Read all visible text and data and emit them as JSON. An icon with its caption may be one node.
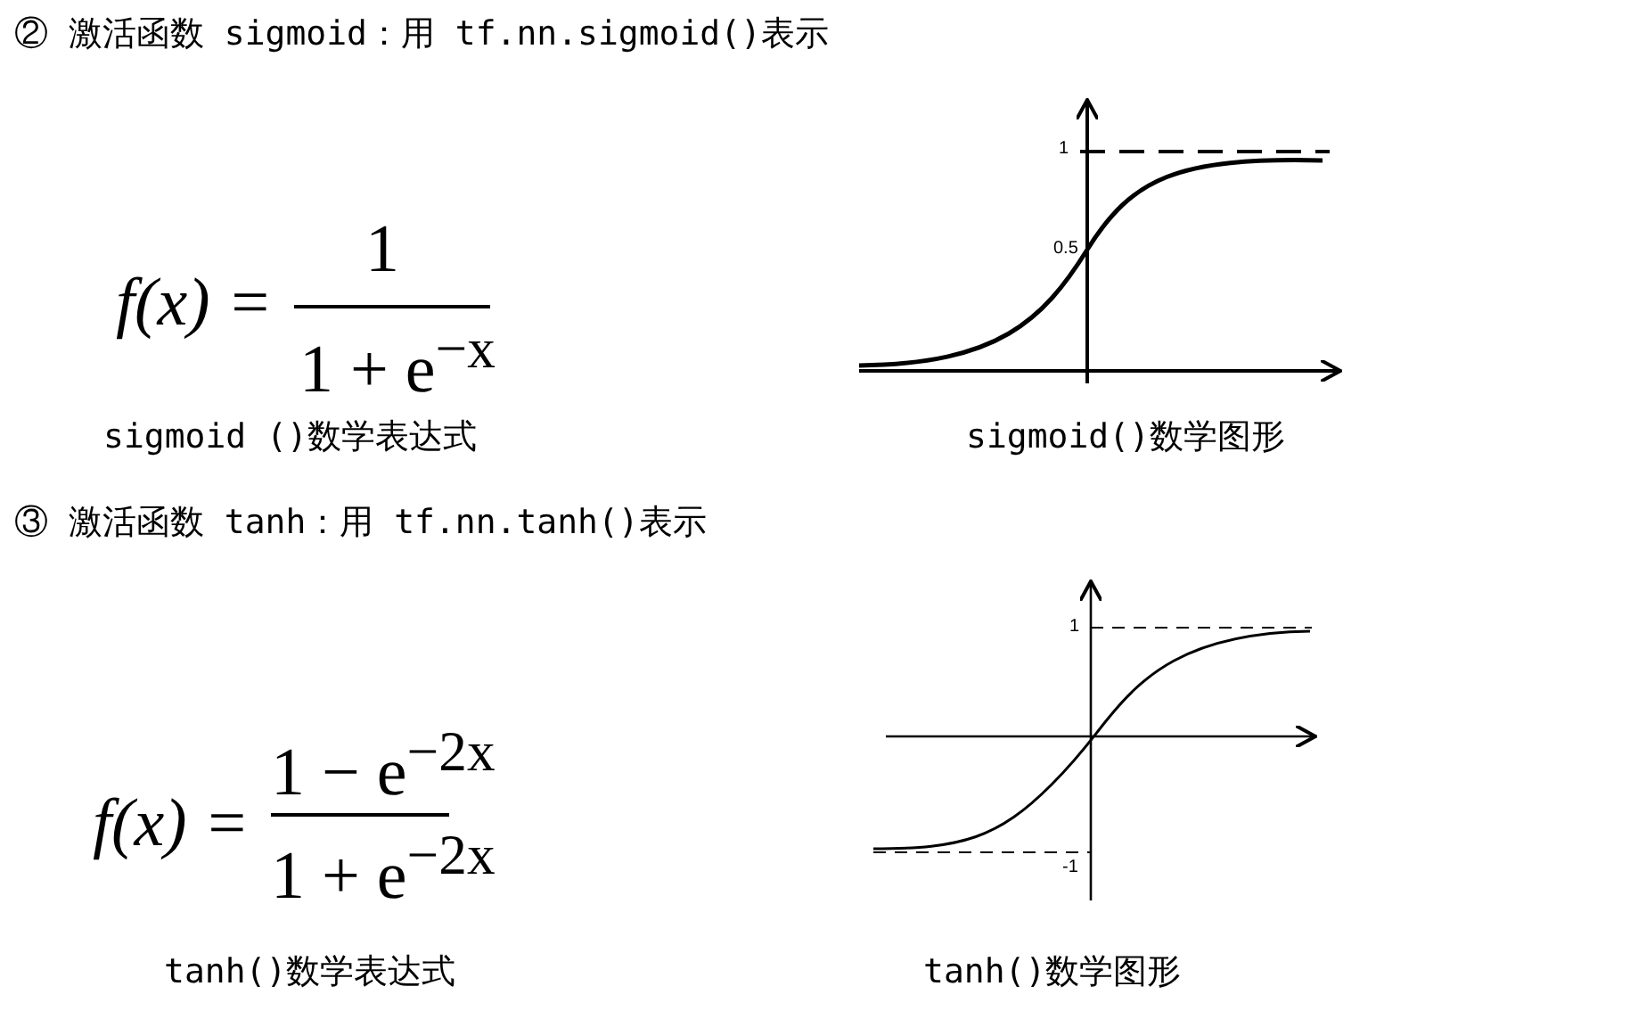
{
  "diagram": {
    "labels": [
      "② 激活函数 sigmoid：用 tf.nn.sigmoid()表示",
      "f(x) =",
      "1",
      "1 + e$^{−x}$",
      "1",
      "0.5",
      "sigmoid ()数学表达式",
      "sigmoid()数学图形",
      "③ 激活函数 tanh：用 tf.nn.tanh()表示",
      "f(x) =",
      "1 − e$^{−2x}$",
      "1 + e$^{−2x}$",
      "1",
      "-1",
      "tanh()数学表达式",
      "tanh()数学图形"
    ]
  }
}
